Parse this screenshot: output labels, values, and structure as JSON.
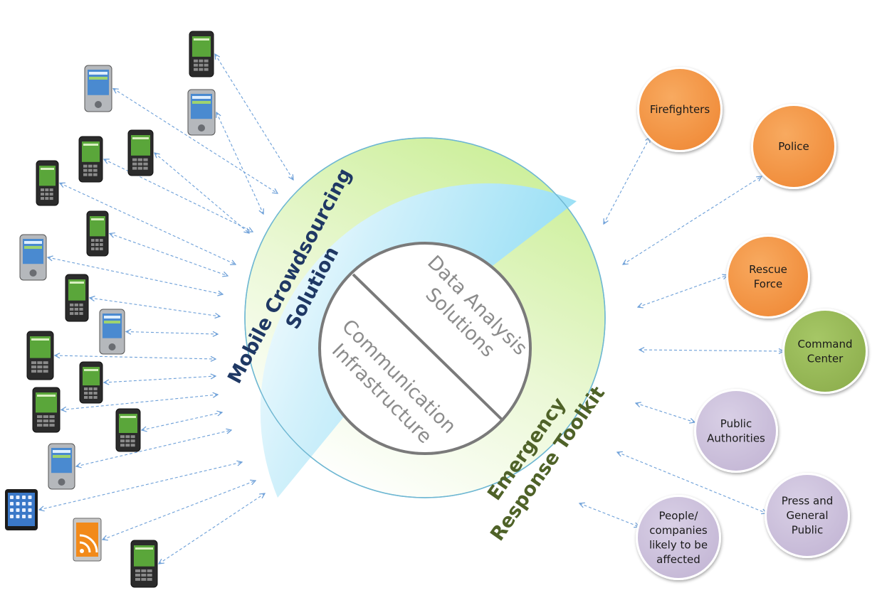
{
  "ring": {
    "left_label_line1": "Mobile Crowdsourcing",
    "left_label_line2": "Solution",
    "right_label_line1": "Emergency",
    "right_label_line2": "Response Toolkit",
    "left_color": "#a8e4f5",
    "right_color": "#d6f2a6"
  },
  "core": {
    "top_label_line1": "Data Analysis",
    "top_label_line2": "Solutions",
    "bottom_label_line1": "Communication",
    "bottom_label_line2": "Infrastructure"
  },
  "stakeholders": [
    {
      "id": "firefighters",
      "lines": [
        "Firefighters"
      ],
      "color": "#f5994a"
    },
    {
      "id": "police",
      "lines": [
        "Police"
      ],
      "color": "#f5994a"
    },
    {
      "id": "rescue-force",
      "lines": [
        "Rescue",
        "Force"
      ],
      "color": "#f5994a"
    },
    {
      "id": "command-center",
      "lines": [
        "Command",
        "Center"
      ],
      "color": "#9bbb59"
    },
    {
      "id": "public-authorities",
      "lines": [
        "Public",
        "Authorities"
      ],
      "color": "#ccc1da"
    },
    {
      "id": "press-general-public",
      "lines": [
        "Press and",
        "General",
        "Public"
      ],
      "color": "#ccc1da"
    },
    {
      "id": "people-companies",
      "lines": [
        "People/",
        "companies",
        "likely to be",
        "affected"
      ],
      "color": "#ccc1da"
    }
  ],
  "devices": [
    {
      "id": "iphone",
      "icon": "smartphone-icon"
    },
    {
      "id": "pda-1",
      "icon": "pda-icon"
    },
    {
      "id": "pda-2",
      "icon": "pda-icon"
    },
    {
      "id": "phone-1",
      "icon": "smartphone-icon"
    },
    {
      "id": "phone-2",
      "icon": "smartphone-icon"
    },
    {
      "id": "phone-3",
      "icon": "smartphone-icon"
    },
    {
      "id": "phone-4",
      "icon": "smartphone-icon"
    },
    {
      "id": "pda-3",
      "icon": "pda-icon"
    },
    {
      "id": "phone-5",
      "icon": "smartphone-icon"
    },
    {
      "id": "pda-4",
      "icon": "pda-icon"
    },
    {
      "id": "phone-6",
      "icon": "smartphone-icon"
    },
    {
      "id": "phone-7",
      "icon": "smartphone-icon"
    },
    {
      "id": "phone-8",
      "icon": "smartphone-icon"
    },
    {
      "id": "phone-9",
      "icon": "smartphone-icon"
    },
    {
      "id": "pda-5",
      "icon": "pda-icon"
    },
    {
      "id": "ipad",
      "icon": "tablet-icon"
    },
    {
      "id": "rss-tablet",
      "icon": "rss-icon"
    },
    {
      "id": "phone-10",
      "icon": "smartphone-icon"
    }
  ]
}
